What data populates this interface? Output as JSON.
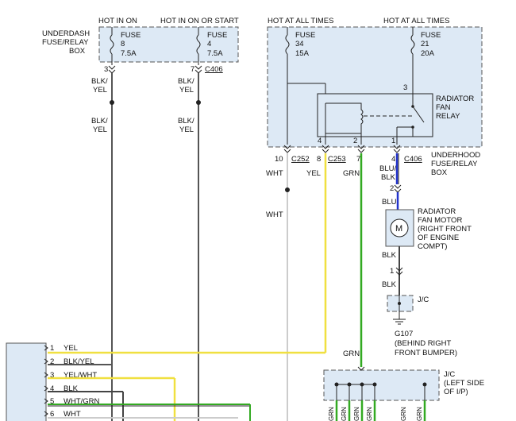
{
  "headers": {
    "hot_in_on": "HOT IN ON",
    "hot_in_on_or_start": "HOT IN ON OR START",
    "hot_always_1": "HOT AT ALL TIMES",
    "hot_always_2": "HOT AT ALL TIMES"
  },
  "underdash_box": {
    "label_line1": "UNDERDASH",
    "label_line2": "FUSE/RELAY",
    "label_line3": "BOX",
    "fuse8": [
      "FUSE",
      "8",
      "7.5A"
    ],
    "fuse4": [
      "FUSE",
      "4",
      "7.5A"
    ]
  },
  "underhood_box": {
    "label_line1": "UNDERHOOD",
    "label_line2": "FUSE/RELAY",
    "label_line3": "BOX",
    "fuse34": [
      "FUSE",
      "34",
      "15A"
    ],
    "fuse21": [
      "FUSE",
      "21",
      "20A"
    ],
    "relay_line1": "RADIATOR",
    "relay_line2": "FAN",
    "relay_line3": "RELAY"
  },
  "pins": {
    "p3_left": "3",
    "p7_left": "7",
    "c406_top": "C406",
    "p3_relay": "3",
    "p4_box": "4",
    "p2_box": "2",
    "p1_box": "1",
    "p10": "10",
    "c252": "C252",
    "p8": "8",
    "c253": "C253",
    "p7_grn": "7",
    "p4_c406": "4",
    "c406_right": "C406",
    "p2_motor": "2",
    "p1_motor": "1"
  },
  "wires": {
    "blk_yel_a1": "BLK/",
    "blk_yel_a2": "YEL",
    "blk_yel_b1": "BLK/",
    "blk_yel_b2": "YEL",
    "blk_yel_c1": "BLK/",
    "blk_yel_c2": "YEL",
    "blk_yel_d1": "BLK/",
    "blk_yel_d2": "YEL",
    "wht_a": "WHT",
    "wht_b": "WHT",
    "yel": "YEL",
    "grn_a": "GRN",
    "grn_b": "GRN",
    "blu_blk_1": "BLU/",
    "blu_blk_2": "BLK",
    "blu": "BLU",
    "blk_a": "BLK",
    "blk_b": "BLK"
  },
  "motor": {
    "symbol": "M",
    "line1": "RADIATOR",
    "line2": "FAN MOTOR",
    "line3": "(RIGHT FRONT",
    "line4": "OF ENGINE",
    "line5": "COMPT)"
  },
  "jc_right": "J/C",
  "ground": {
    "name": "G107",
    "line1": "(BEHIND RIGHT",
    "line2": "FRONT BUMPER)"
  },
  "jc_bottom": {
    "line1": "J/C",
    "line2": "(LEFT SIDE",
    "line3": "OF I/P)"
  },
  "connector_rows": [
    {
      "pin": "1",
      "color": "YEL"
    },
    {
      "pin": "2",
      "color": "BLK/YEL"
    },
    {
      "pin": "3",
      "color": "YEL/WHT"
    },
    {
      "pin": "4",
      "color": "BLK"
    },
    {
      "pin": "5",
      "color": "WHT/GRN"
    },
    {
      "pin": "6",
      "color": "WHT"
    }
  ],
  "bottom_labels": [
    "GRN",
    "GRN",
    "GRN",
    "GRN",
    "GRN",
    "GRN"
  ],
  "colors": {
    "yellow": "#f0e040",
    "blue": "#2233cc",
    "green": "#33aa22",
    "white": "#cccccc",
    "black": "#222222",
    "box_fill": "#dde9f5"
  }
}
